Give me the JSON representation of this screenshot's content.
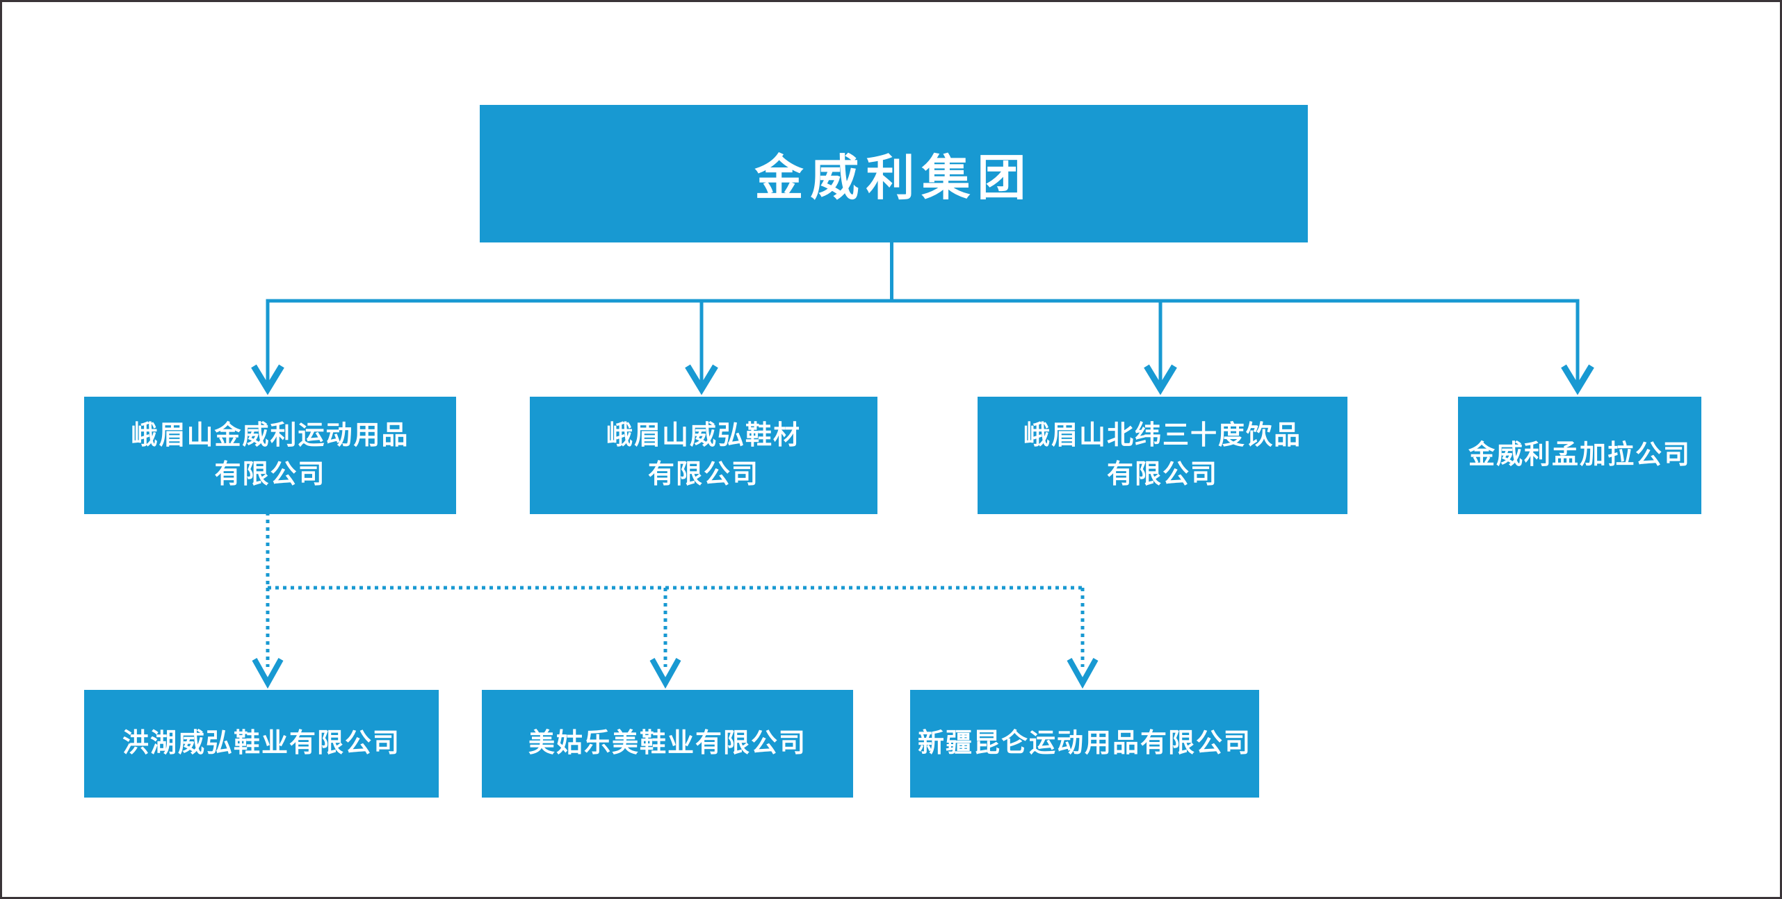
{
  "org_chart": {
    "root": {
      "label": "金威利集团"
    },
    "subsidiaries": [
      {
        "label": "峨眉山金威利运动用品\n有限公司"
      },
      {
        "label": "峨眉山威弘鞋材\n有限公司"
      },
      {
        "label": "峨眉山北纬三十度饮品\n有限公司"
      },
      {
        "label": "金威利孟加拉公司"
      }
    ],
    "sub_subsidiaries": [
      {
        "label": "洪湖威弘鞋业有限公司"
      },
      {
        "label": "美姑乐美鞋业有限公司"
      },
      {
        "label": "新疆昆仑运动用品有限公司"
      }
    ],
    "edges": [
      {
        "from": "root",
        "to": "subsidiaries.0",
        "style": "solid-arrow"
      },
      {
        "from": "root",
        "to": "subsidiaries.1",
        "style": "solid-arrow"
      },
      {
        "from": "root",
        "to": "subsidiaries.2",
        "style": "solid-arrow"
      },
      {
        "from": "root",
        "to": "subsidiaries.3",
        "style": "solid-arrow"
      },
      {
        "from": "subsidiaries.0",
        "to": "sub_subsidiaries.0",
        "style": "dotted-arrow"
      },
      {
        "from": "subsidiaries.0",
        "to": "sub_subsidiaries.1",
        "style": "dotted-arrow"
      },
      {
        "from": "subsidiaries.0",
        "to": "sub_subsidiaries.2",
        "style": "dotted-arrow"
      }
    ],
    "colors": {
      "node_fill": "#1899D2",
      "node_text": "#FFFFFF",
      "connector": "#1899D2",
      "canvas_border": "#3A3438",
      "background": "#FFFFFF"
    }
  }
}
